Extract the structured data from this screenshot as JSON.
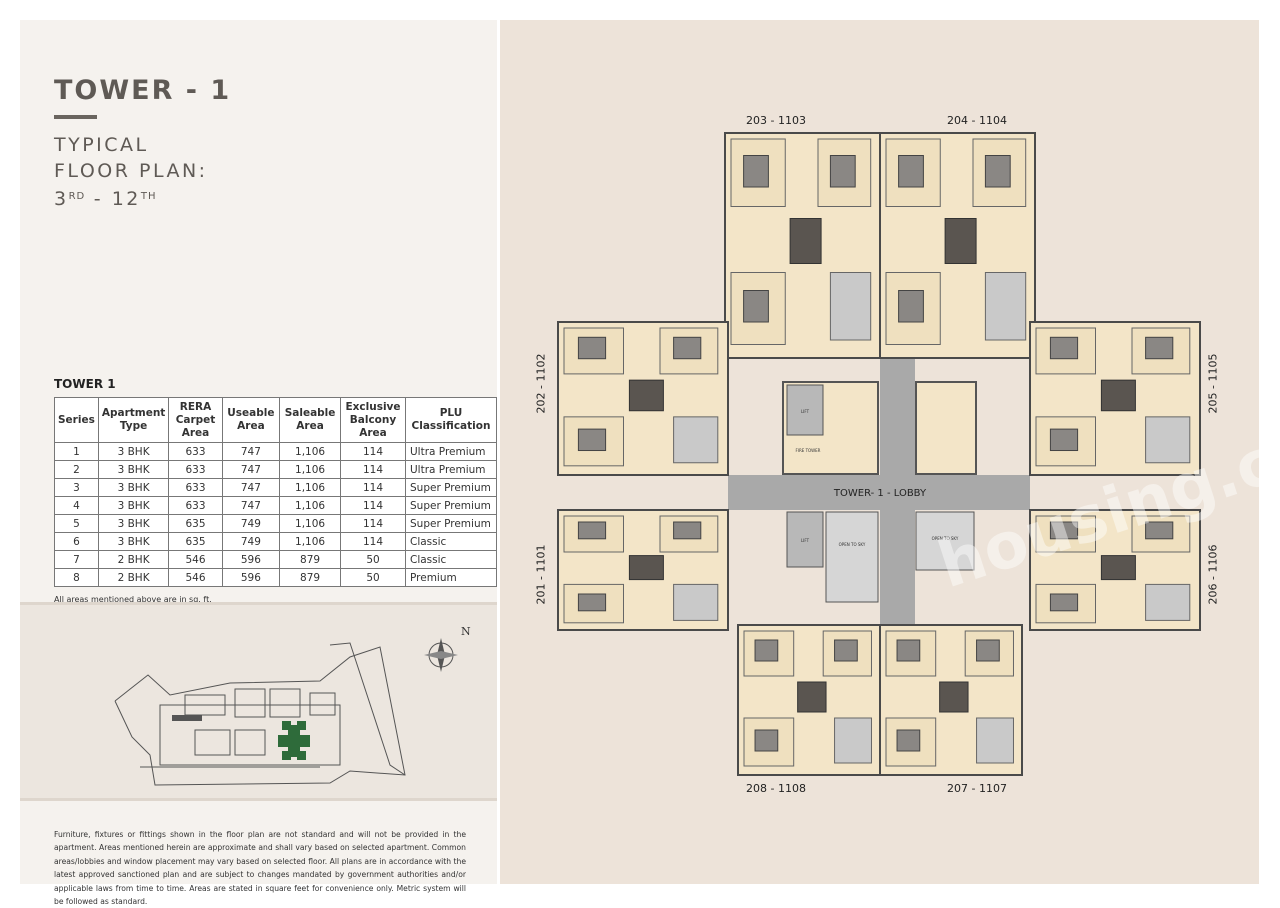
{
  "header": {
    "title": "TOWER - 1",
    "subtitle_line1": "TYPICAL",
    "subtitle_line2": "FLOOR PLAN:",
    "floor_from": "3",
    "floor_from_suffix": "RD",
    "floor_sep": " - ",
    "floor_to": "12",
    "floor_to_suffix": "TH"
  },
  "table": {
    "title": "TOWER 1",
    "columns": [
      "Series",
      "Apartment Type",
      "RERA Carpet Area",
      "Useable Area",
      "Saleable Area",
      "Exclusive Balcony Area",
      "PLU Classification"
    ],
    "rows": [
      [
        "1",
        "3 BHK",
        "633",
        "747",
        "1,106",
        "114",
        "Ultra Premium"
      ],
      [
        "2",
        "3 BHK",
        "633",
        "747",
        "1,106",
        "114",
        "Ultra Premium"
      ],
      [
        "3",
        "3 BHK",
        "633",
        "747",
        "1,106",
        "114",
        "Super Premium"
      ],
      [
        "4",
        "3 BHK",
        "633",
        "747",
        "1,106",
        "114",
        "Super Premium"
      ],
      [
        "5",
        "3 BHK",
        "635",
        "749",
        "1,106",
        "114",
        "Super Premium"
      ],
      [
        "6",
        "3 BHK",
        "635",
        "749",
        "1,106",
        "114",
        "Classic"
      ],
      [
        "7",
        "2 BHK",
        "546",
        "596",
        "879",
        "50",
        "Classic"
      ],
      [
        "8",
        "2 BHK",
        "546",
        "596",
        "879",
        "50",
        "Premium"
      ]
    ],
    "note": "All areas mentioned above are in sq. ft."
  },
  "site_plan": {
    "compass_label": "N",
    "highlight_color": "#2e6b3a"
  },
  "disclaimer": "Furniture, fixtures or fittings shown in the floor plan are not standard and will not be provided in the apartment. Areas mentioned herein are approximate and shall vary based on selected apartment. Common areas/lobbies and window placement may vary based on selected floor. All plans are in accordance with the latest approved sanctioned plan and are subject to changes mandated by government authorities and/or applicable laws from time to time. Areas are stated in square feet for convenience only. Metric system will be followed as standard.",
  "floor_plan": {
    "lobby_label": "TOWER- 1  -  LOBBY",
    "units": {
      "top_left": "203 - 1103",
      "top_right": "204 - 1104",
      "left_upper": "202 - 1102",
      "right_upper": "205 - 1105",
      "left_lower": "201 - 1101",
      "right_lower": "206 - 1106",
      "bottom_left": "208 - 1108",
      "bottom_right": "207 - 1107"
    },
    "core_labels": {
      "lift": "LIFT",
      "fire_tower": "FIRE TOWER",
      "open_to_sky": "OPEN TO SKY"
    }
  },
  "watermark": "housing.com"
}
